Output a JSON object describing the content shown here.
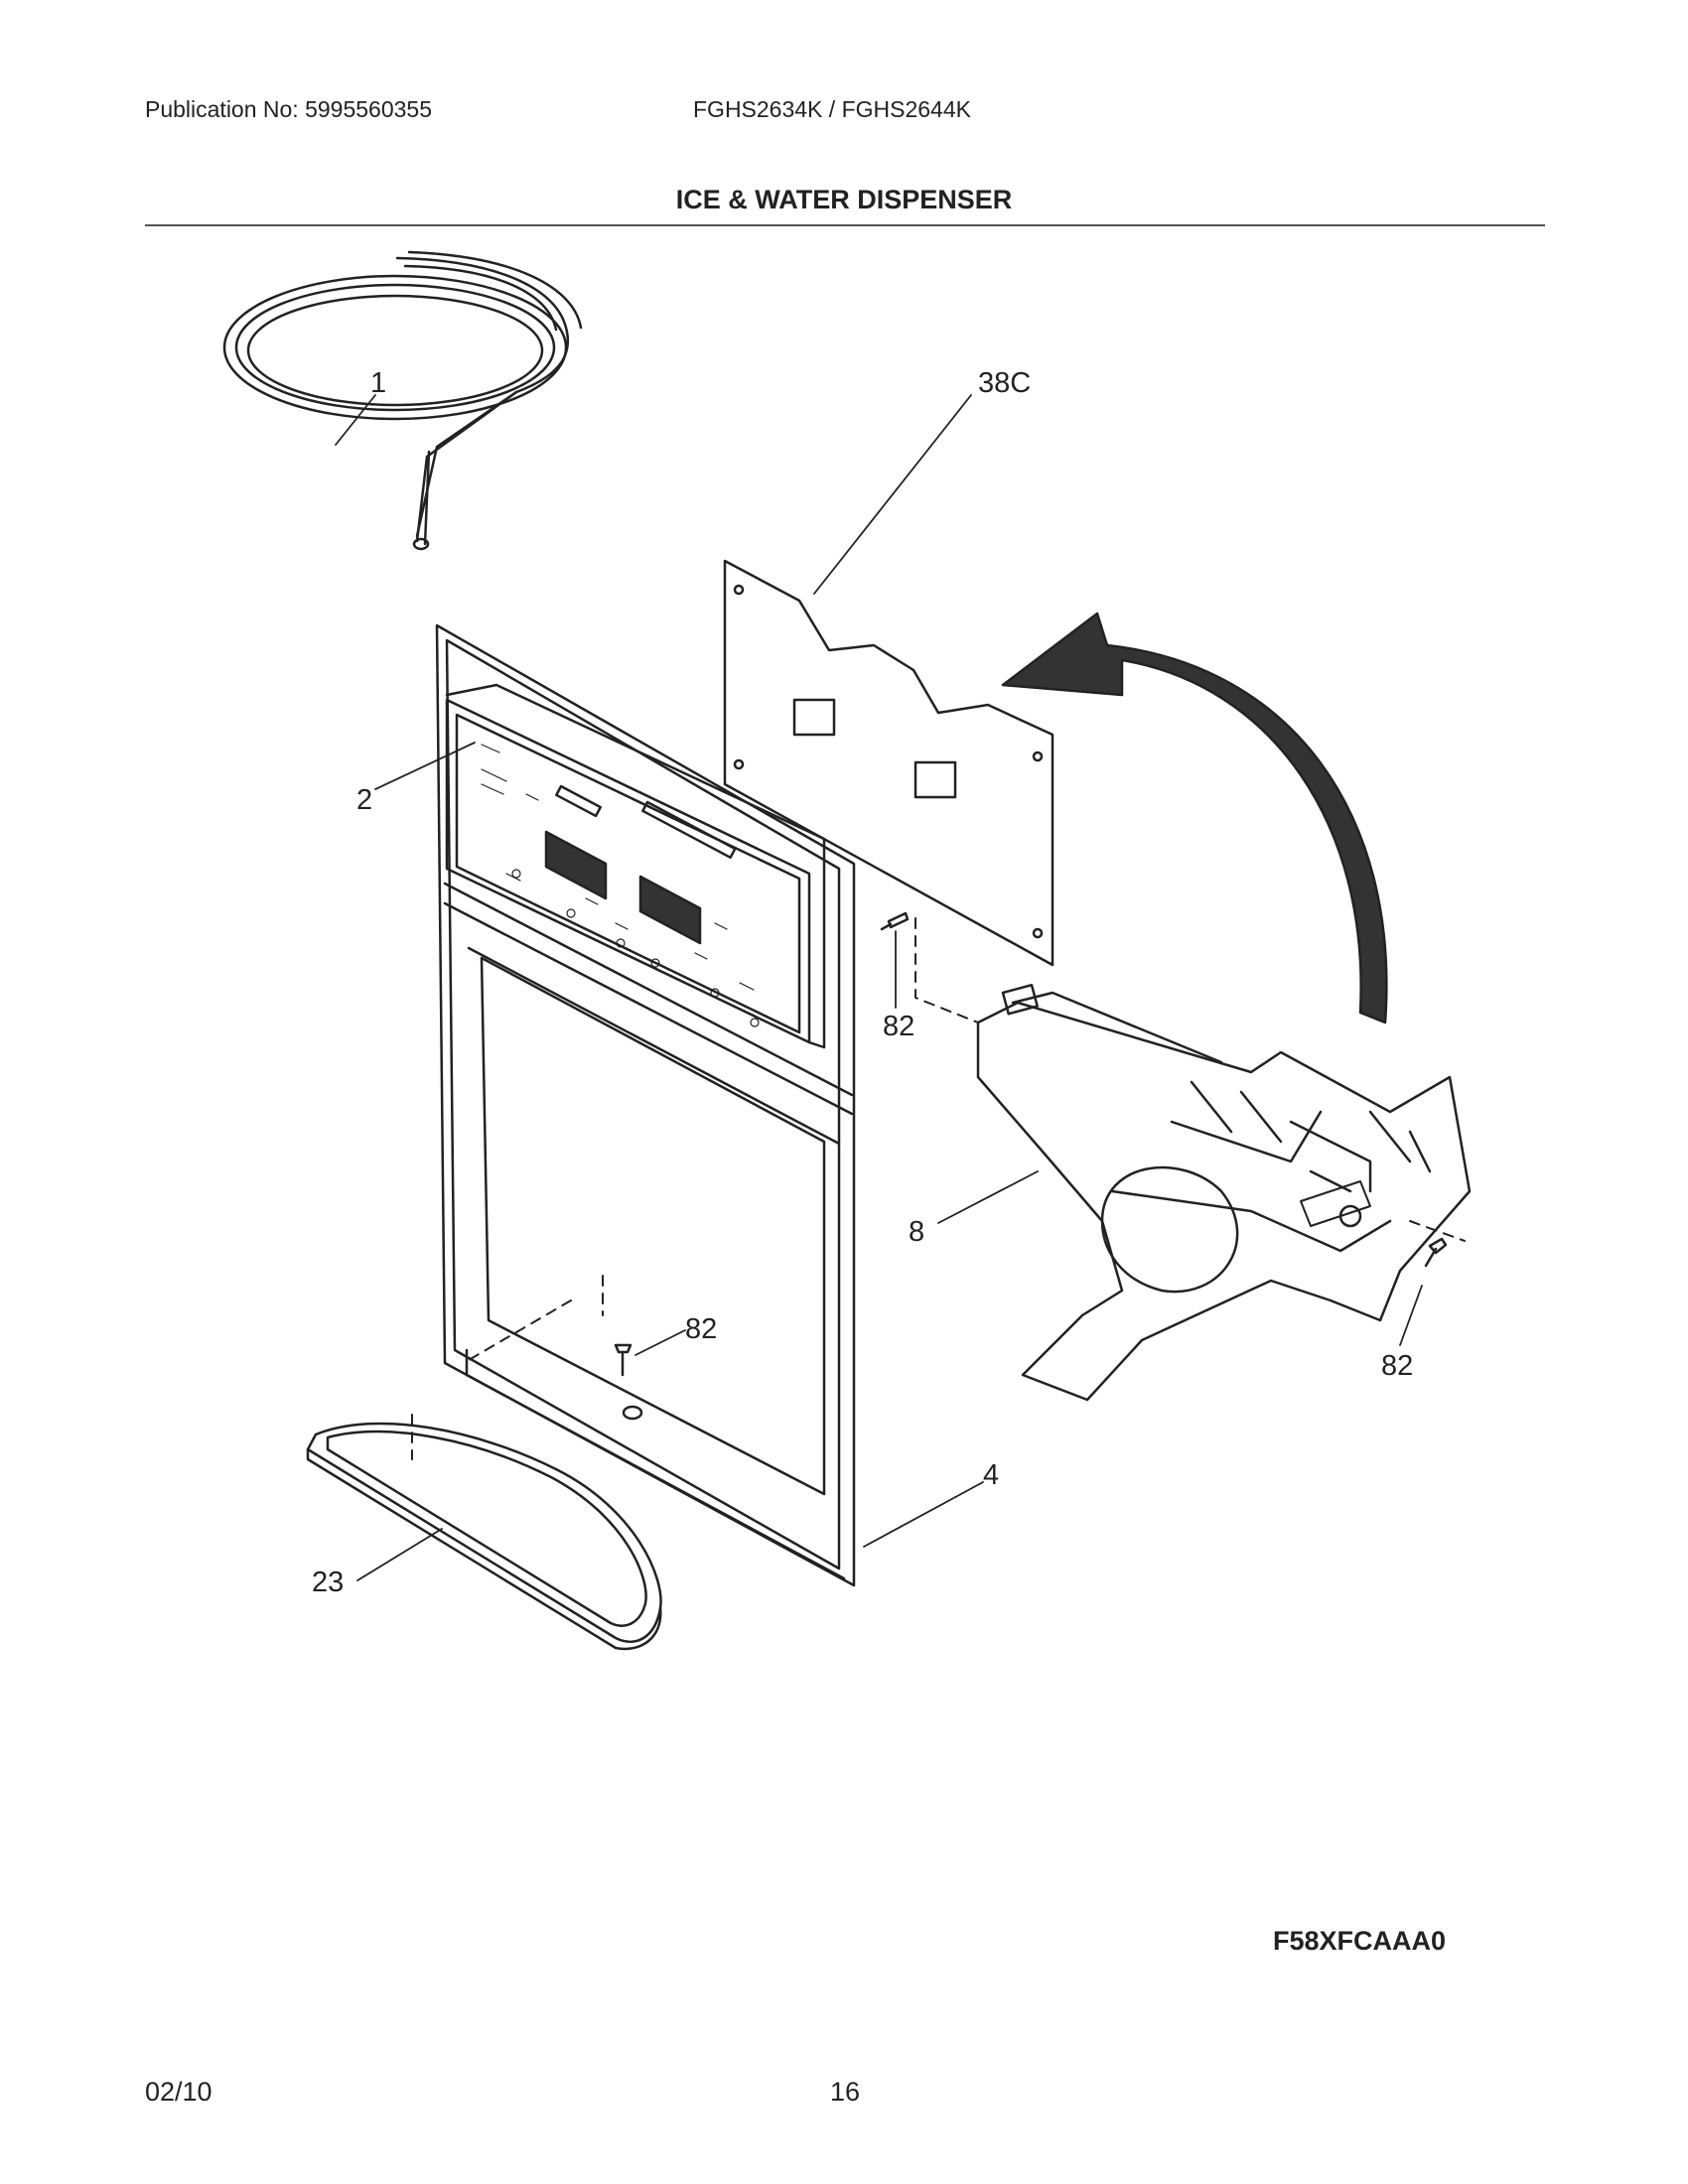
{
  "header": {
    "publication": "Publication No: 5995560355",
    "models": "FGHS2634K / FGHS2644K"
  },
  "title": "ICE & WATER DISPENSER",
  "callouts": {
    "tube": "1",
    "control_board": "38C",
    "panel": "2",
    "screw_top": "82",
    "actuator": "8",
    "screw_mid": "82",
    "screw_right": "82",
    "housing": "4",
    "drip_tray": "23"
  },
  "diagram_code": "F58XFCAAA0",
  "footer": {
    "date": "02/10",
    "page": "16"
  },
  "colors": {
    "line": "#222222",
    "background": "#ffffff"
  }
}
